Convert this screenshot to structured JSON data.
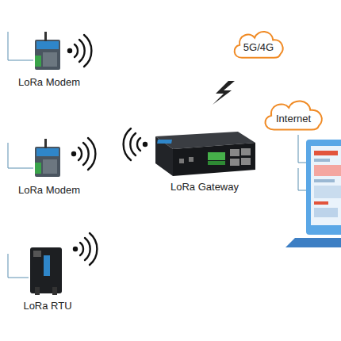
{
  "diagram": {
    "nodes": [
      {
        "text": [
          "5G/4G"
        ]
      },
      {
        "text": [
          "Internet"
        ]
      }
    ],
    "labels": [
      "LoRa Modem",
      "LoRa Modem",
      "LoRa RTU",
      "LoRa Gateway"
    ]
  }
}
